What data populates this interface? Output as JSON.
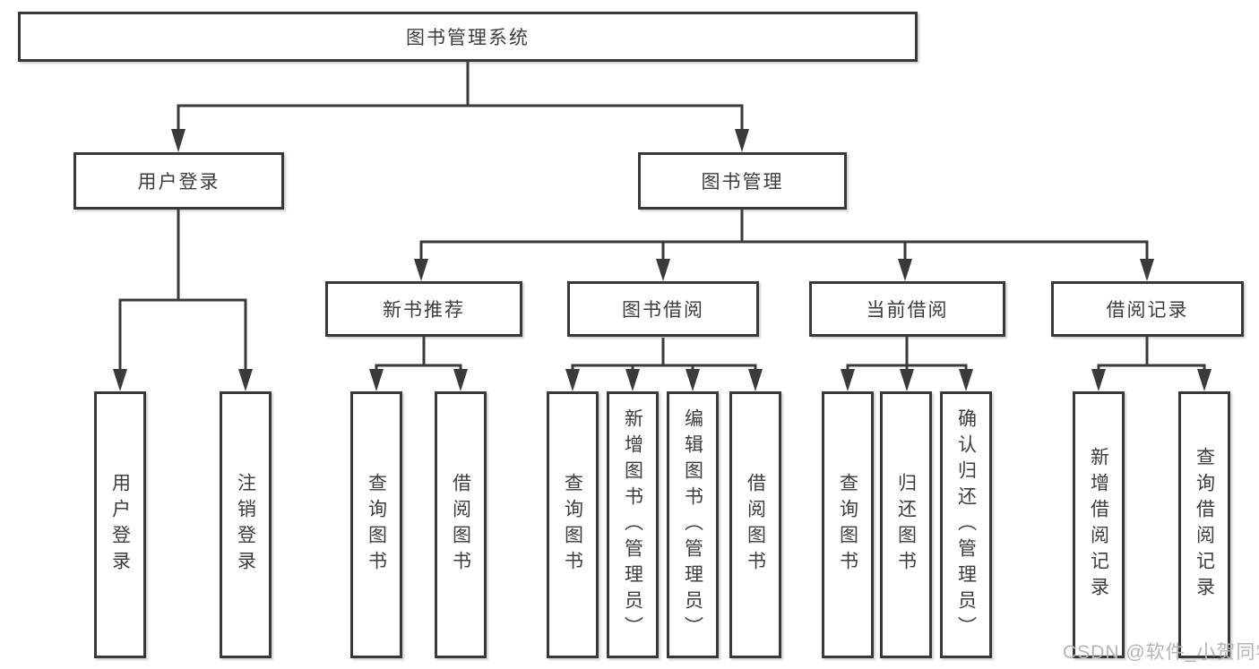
{
  "diagram": {
    "root": {
      "label": "图书管理系统"
    },
    "branches": [
      {
        "label": "用户登录",
        "children": [
          {
            "label": "用户登录"
          },
          {
            "label": "注销登录"
          }
        ]
      },
      {
        "label": "图书管理",
        "children": [
          {
            "label": "新书推荐",
            "children": [
              {
                "label": "查询图书"
              },
              {
                "label": "借阅图书"
              }
            ]
          },
          {
            "label": "图书借阅",
            "children": [
              {
                "label": "查询图书"
              },
              {
                "label": "新增图书（管理员）"
              },
              {
                "label": "编辑图书（管理员）"
              },
              {
                "label": "借阅图书"
              }
            ]
          },
          {
            "label": "当前借阅",
            "children": [
              {
                "label": "查询图书"
              },
              {
                "label": "归还图书"
              },
              {
                "label": "确认归还（管理员）"
              }
            ]
          },
          {
            "label": "借阅记录",
            "children": [
              {
                "label": "新增借阅记录"
              },
              {
                "label": "查询借阅记录"
              }
            ]
          }
        ]
      }
    ]
  },
  "watermark": {
    "text": "CSDN @软件_小贺同学",
    "color": "#b5b5b5"
  },
  "colors": {
    "background": "#ffffff",
    "line": "#3a3a3a",
    "box_border": "#383838",
    "box_background": "#ffffff",
    "text": "#3d3d3d"
  }
}
